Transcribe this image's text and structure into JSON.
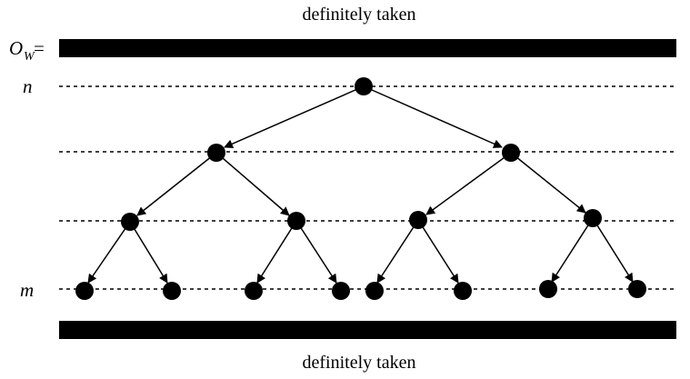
{
  "top_caption": "definitely taken",
  "bottom_caption": "definitely taken",
  "labels": {
    "ow_main": "O",
    "ow_sub": "W",
    "ow_eq": "=",
    "n": "n",
    "m": "m"
  },
  "colors": {
    "ink": "#000000",
    "background": "#ffffff"
  },
  "tree": {
    "levels": 4,
    "branching": 2,
    "node_count": 15,
    "edge_style": "arrow"
  }
}
